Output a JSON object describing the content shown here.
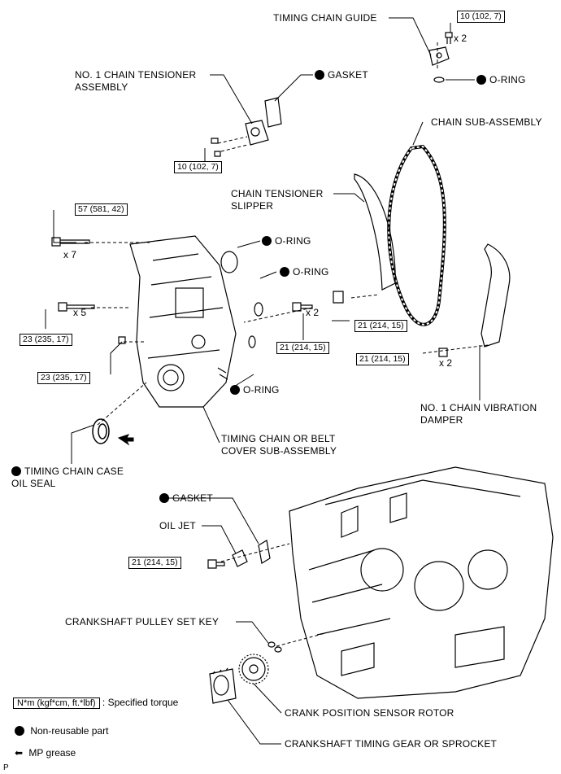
{
  "labels": {
    "timing_chain_guide": "TIMING CHAIN GUIDE",
    "chain_tensioner_assembly": "NO. 1 CHAIN TENSIONER\nASSEMBLY",
    "gasket_top": "GASKET",
    "o_ring_guide": "O-RING",
    "chain_sub_assembly": "CHAIN SUB-ASSEMBLY",
    "chain_tensioner_slipper": "CHAIN TENSIONER\nSLIPPER",
    "o_ring_1": "O-RING",
    "o_ring_2": "O-RING",
    "o_ring_3": "O-RING",
    "vibration_damper": "NO. 1 CHAIN VIBRATION\nDAMPER",
    "cover_sub_assembly": "TIMING CHAIN OR BELT\nCOVER SUB-ASSEMBLY",
    "oil_seal": "TIMING CHAIN CASE\nOIL SEAL",
    "gasket_lower": "GASKET",
    "oil_jet": "OIL JET",
    "pulley_set_key": "CRANKSHAFT PULLEY SET KEY",
    "sensor_rotor": "CRANK POSITION SENSOR ROTOR",
    "timing_gear": "CRANKSHAFT TIMING GEAR OR SPROCKET"
  },
  "torques": {
    "guide": "10 (102, 7)",
    "tensioner": "10 (102, 7)",
    "cover_top": "57 (581, 42)",
    "cover_mid": "23 (235, 17)",
    "cover_low": "23 (235, 17)",
    "cover_right": "21 (214, 15)",
    "slipper": "21 (214, 15)",
    "damper": "21 (214, 15)",
    "oil_jet": "21 (214, 15)"
  },
  "multipliers": {
    "guide": "x 2",
    "cover_top": "x 7",
    "cover_mid": "x 5",
    "cover_right": "x 2",
    "damper": "x 2"
  },
  "legend": {
    "torque_box": "N*m (kgf*cm, ft.*lbf)",
    "torque_text": ": Specified torque",
    "non_reusable": "Non-reusable part",
    "mp_grease": "MP grease"
  },
  "footer_mark": "P"
}
